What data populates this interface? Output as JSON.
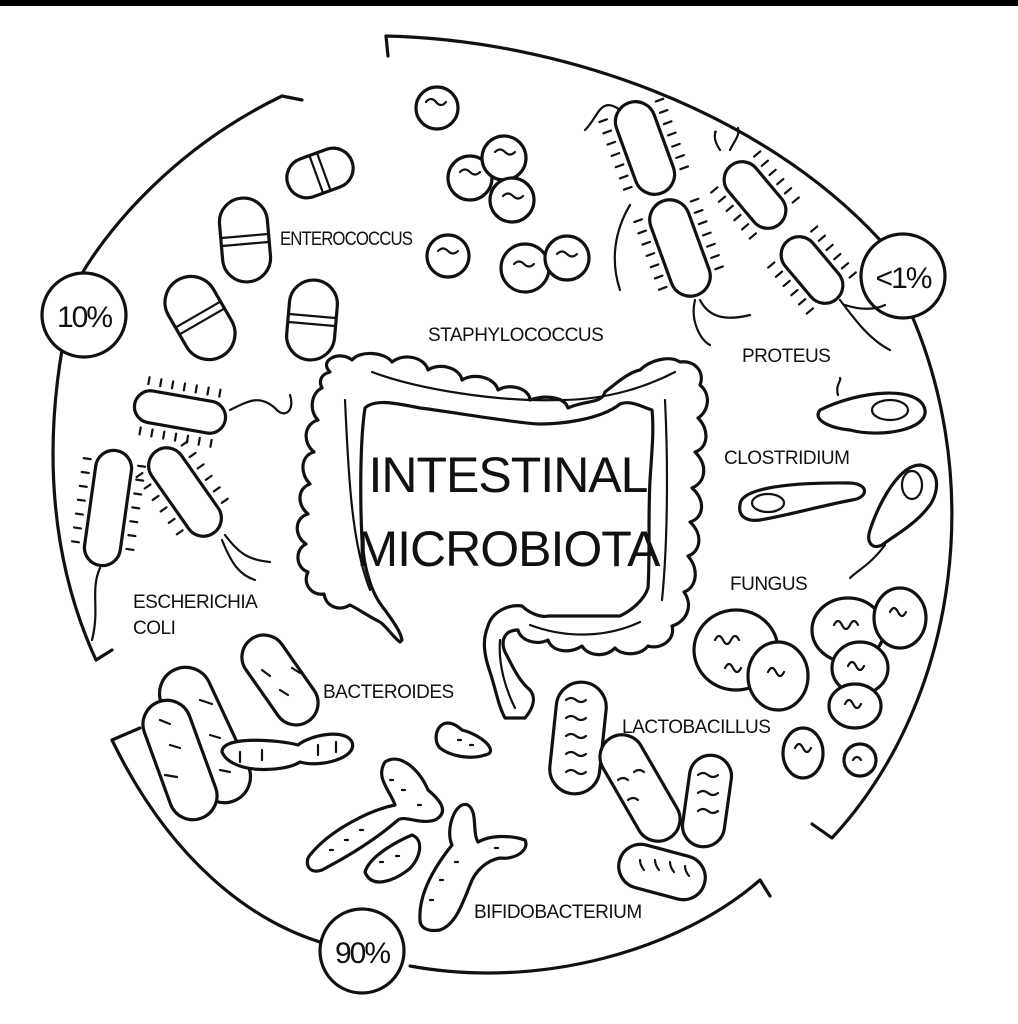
{
  "title": {
    "line1": "INTESTINAL",
    "line2": "MICROBIOTA"
  },
  "groups": [
    {
      "id": "10",
      "percent": "10%",
      "members": [
        "ENTEROCOCCUS",
        "ESCHERICHIA COLI"
      ]
    },
    {
      "id": "lt1",
      "percent": "<1%",
      "members": [
        "STAPHYLOCOCCUS",
        "PROTEUS",
        "CLOSTRIDIUM",
        "FUNGUS"
      ]
    },
    {
      "id": "90",
      "percent": "90%",
      "members": [
        "BACTEROIDES",
        "LACTOBACILLUS",
        "BIFIDOBACTERIUM"
      ]
    }
  ],
  "labels": {
    "enterococcus": "ENTEROCOCCUS",
    "staphylococcus": "STAPHYLOCOCCUS",
    "proteus": "PROTEUS",
    "clostridium": "CLOSTRIDIUM",
    "fungus": "FUNGUS",
    "escherichia_line1": "ESCHERICHIA",
    "escherichia_line2": "COLI",
    "bacteroides": "BACTEROIDES",
    "lactobacillus": "LACTOBACILLUS",
    "bifidobacterium": "BIFIDOBACTERIUM"
  },
  "colors": {
    "ink": "#111111",
    "background": "#ffffff",
    "top_bar": "#000000"
  }
}
